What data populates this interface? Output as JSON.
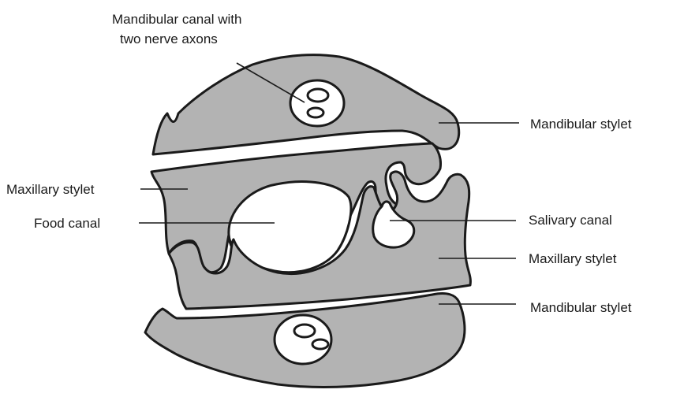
{
  "labels": {
    "mandibular_canal_line1": "Mandibular canal with",
    "mandibular_canal_line2": "two nerve axons",
    "mandibular_stylet_top": "Mandibular stylet",
    "maxillary_stylet_left": "Maxillary stylet",
    "food_canal": "Food canal",
    "salivary_canal": "Salivary canal",
    "maxillary_stylet_right": "Maxillary stylet",
    "mandibular_stylet_bottom": "Mandibular stylet"
  },
  "colors": {
    "stylet_fill": "#b3b3b3",
    "outline": "#1a1a1a",
    "canal_fill": "#ffffff"
  }
}
